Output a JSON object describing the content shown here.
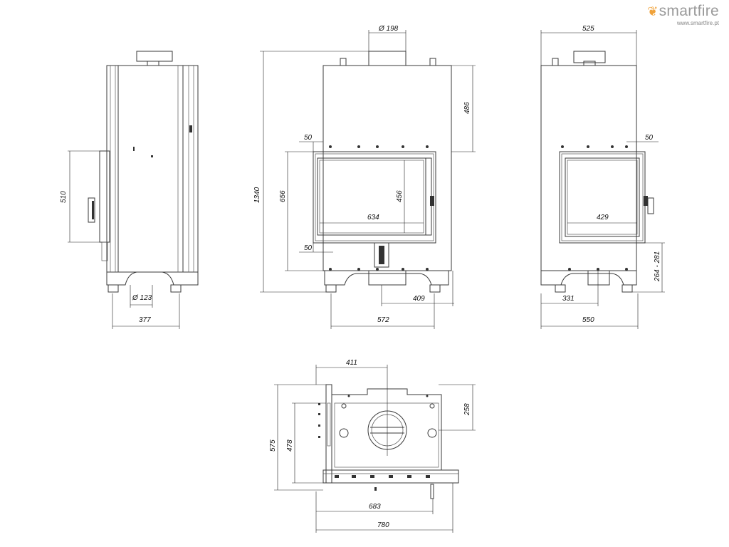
{
  "brand": {
    "name": "smartfire",
    "url": "www.smartfire.pt",
    "accent_color": "#f0a23a",
    "text_color": "#9a9a9a"
  },
  "side_left": {
    "height_label": "510",
    "flue_label": "Ø 123",
    "width_label": "377"
  },
  "front": {
    "outlet_label": "Ø 198",
    "top_height_label": "486",
    "total_height_label": "1340",
    "opening_height_label": "656",
    "margin_top_label": "50",
    "margin_bottom_label": "50",
    "glass_height_label": "456",
    "glass_width_label": "634",
    "air_inlet_label": "409",
    "base_width_label": "572"
  },
  "side_right": {
    "top_width_label": "525",
    "margin_label": "50",
    "glass_width_label": "429",
    "air_height_label": "264 - 281",
    "air_offset_label": "331",
    "base_width_label": "550"
  },
  "plan": {
    "outlet_offset_label": "411",
    "outlet_depth_label": "258",
    "total_depth_label": "575",
    "inner_depth_label": "478",
    "inner_width_label": "683",
    "total_width_label": "780"
  }
}
